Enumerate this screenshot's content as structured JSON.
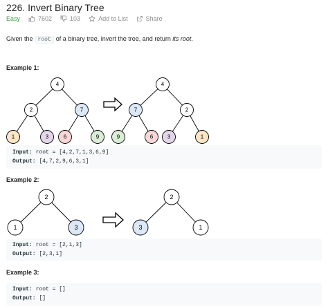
{
  "problem": {
    "title": "226. Invert Binary Tree",
    "difficulty": "Easy",
    "likes": "7602",
    "dislikes": "103",
    "add_to_list": "Add to List",
    "share": "Share"
  },
  "description": {
    "part1": "Given the",
    "code": "root",
    "part2": "of a binary tree, invert the tree, and return",
    "italic": "its root",
    "end": "."
  },
  "colors": {
    "easy": "#43a047",
    "orange": "#fde5c5",
    "purple": "#e4d7ec",
    "pink": "#f8d6d6",
    "green": "#d9ecd5",
    "blue": "#dbe8f6",
    "white": "#ffffff",
    "code_bg": "#f7f9fa"
  },
  "examples": [
    {
      "heading": "Example 1:",
      "input_label": "Input:",
      "input": "root = [4,2,7,1,3,6,9]",
      "output_label": "Output:",
      "output": "[4,7,2,9,6,3,1]",
      "before": [
        "4",
        "2",
        "7",
        "1",
        "3",
        "6",
        "9"
      ],
      "after": [
        "4",
        "7",
        "2",
        "9",
        "6",
        "3",
        "1"
      ]
    },
    {
      "heading": "Example 2:",
      "input_label": "Input:",
      "input": "root = [2,1,3]",
      "output_label": "Output:",
      "output": "[2,3,1]",
      "before": [
        "2",
        "1",
        "3"
      ],
      "after": [
        "2",
        "3",
        "1"
      ]
    },
    {
      "heading": "Example 3:",
      "input_label": "Input:",
      "input": "root = []",
      "output_label": "Output:",
      "output": "[]"
    }
  ],
  "icons": [
    "thumbs-up-icon",
    "thumbs-down-icon",
    "star-icon",
    "share-icon",
    "arrow-right-icon"
  ]
}
